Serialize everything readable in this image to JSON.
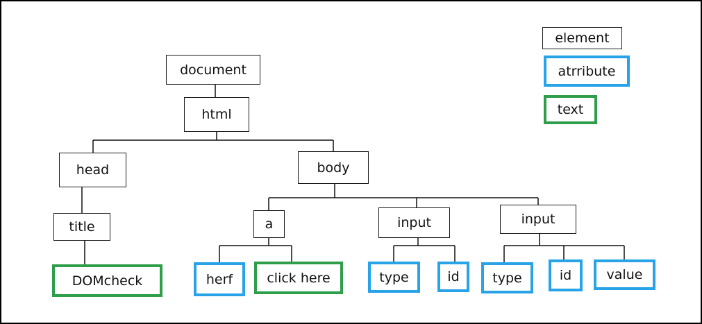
{
  "legend": {
    "element": "element",
    "attribute": "atrribute",
    "text": "text"
  },
  "tree": {
    "document": "document",
    "html": "html",
    "head": "head",
    "body": "body",
    "title": "title",
    "title_text": "DOMcheck",
    "a": "a",
    "a_attr": "herf",
    "a_text": "click here",
    "input1": "input",
    "input1_type": "type",
    "input1_id": "id",
    "input2": "input",
    "input2_type": "type",
    "input2_id": "id",
    "input2_value": "value"
  },
  "colors": {
    "element_border": "#1a1a1a",
    "attribute_border": "#29a3e8",
    "text_border": "#2f9e4a"
  }
}
